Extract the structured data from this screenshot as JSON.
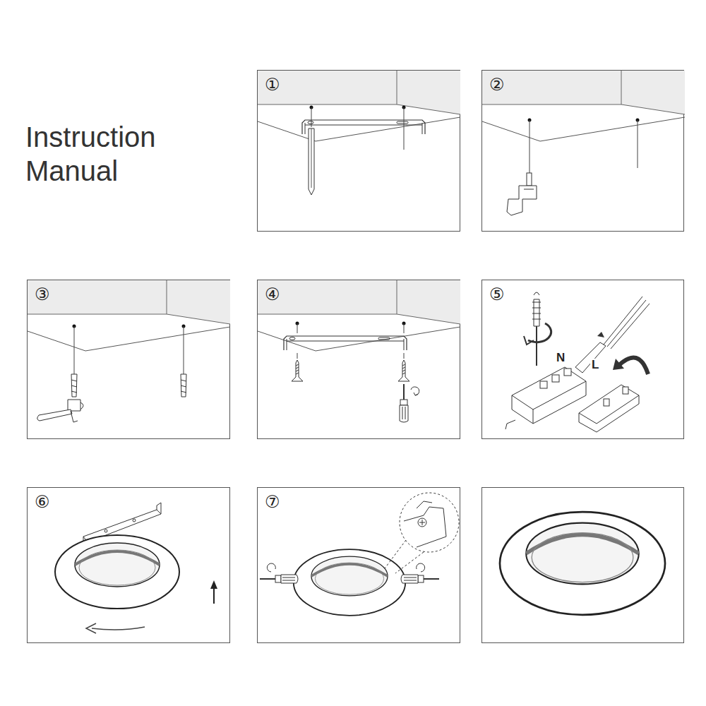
{
  "diagram": {
    "title": "Instruction Manual",
    "labels": [
      "①",
      "②",
      "③",
      "④",
      "⑤",
      "⑥",
      "⑦",
      "N",
      "L"
    ]
  }
}
